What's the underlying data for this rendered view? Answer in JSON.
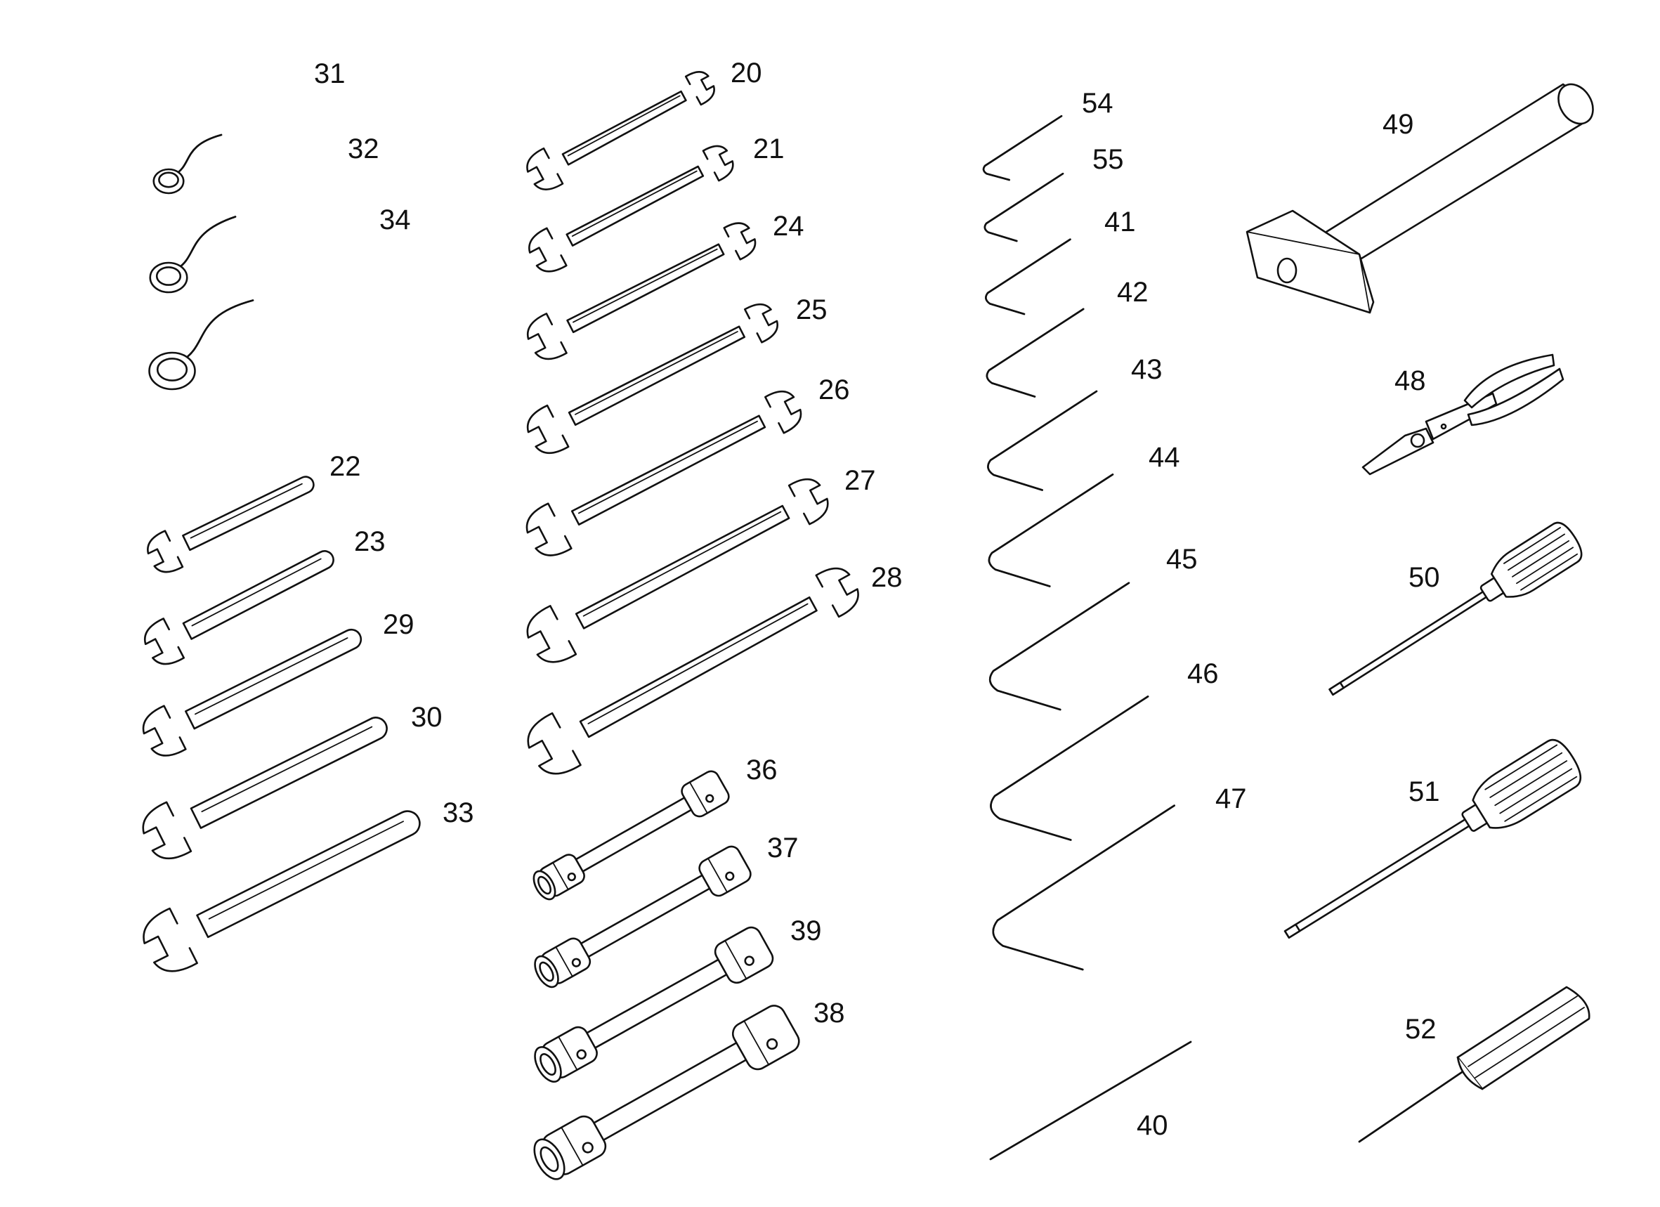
{
  "diagram": {
    "background_color": "#ffffff",
    "line_color": "#111111",
    "groups": [
      {
        "type": "box-wrench",
        "items": [
          "31",
          "32",
          "34"
        ]
      },
      {
        "type": "single-open-end-wrench",
        "items": [
          "22",
          "23",
          "29",
          "30",
          "33"
        ]
      },
      {
        "type": "double-open-end-wrench",
        "items": [
          "20",
          "21",
          "24",
          "25",
          "26",
          "27",
          "28"
        ]
      },
      {
        "type": "tubular-socket-wrench",
        "items": [
          "36",
          "37",
          "39",
          "38"
        ]
      },
      {
        "type": "hex-key",
        "items": [
          "54",
          "55",
          "41",
          "42",
          "43",
          "44",
          "45",
          "46",
          "47"
        ]
      },
      {
        "type": "tommy-bar",
        "items": [
          "40"
        ]
      },
      {
        "type": "hammer",
        "items": [
          "49"
        ]
      },
      {
        "type": "pliers",
        "items": [
          "48"
        ]
      },
      {
        "type": "screwdriver",
        "items": [
          "50",
          "51",
          "52"
        ]
      }
    ]
  }
}
